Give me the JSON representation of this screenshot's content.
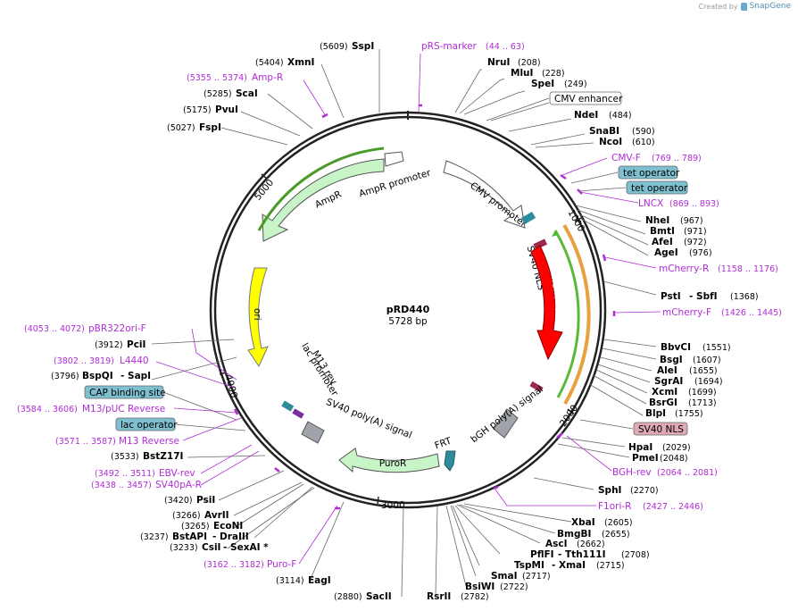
{
  "credit": {
    "created_by": "Created by",
    "brand": "SnapGene"
  },
  "plasmid": {
    "name": "pRD440",
    "size": "5728 bp"
  },
  "ticks": [
    {
      "label": "1000"
    },
    {
      "label": "2000"
    },
    {
      "label": "3000"
    },
    {
      "label": "4000"
    },
    {
      "label": "5000"
    }
  ],
  "enzymes_right": [
    {
      "name": "NruI",
      "pos": "(208)"
    },
    {
      "name": "MluI",
      "pos": "(228)"
    },
    {
      "name": "SpeI",
      "pos": "(249)"
    },
    {
      "name": "NdeI",
      "pos": "(484)"
    },
    {
      "name": "SnaBI",
      "pos": "(590)"
    },
    {
      "name": "NcoI",
      "pos": "(610)"
    },
    {
      "name": "NheI",
      "pos": "(967)"
    },
    {
      "name": "BmtI",
      "pos": "(971)"
    },
    {
      "name": "AfeI",
      "pos": "(972)"
    },
    {
      "name": "AgeI",
      "pos": "(976)"
    },
    {
      "name": "PstI",
      "pos": "- SbfI",
      "pos2": "(1368)"
    },
    {
      "name": "BbvCI",
      "pos": "(1551)"
    },
    {
      "name": "BsgI",
      "pos": "(1607)"
    },
    {
      "name": "AleI",
      "pos": "(1655)"
    },
    {
      "name": "SgrAI",
      "pos": "(1694)"
    },
    {
      "name": "XcmI",
      "pos": "(1699)"
    },
    {
      "name": "BsrGI",
      "pos": "(1713)"
    },
    {
      "name": "BlpI",
      "pos": "(1755)"
    },
    {
      "name": "HpaI",
      "pos": "(2029)"
    },
    {
      "name": "PmeI",
      "pos": "(2048)"
    },
    {
      "name": "SphI",
      "pos": "(2270)"
    },
    {
      "name": "XbaI",
      "pos": "(2605)"
    },
    {
      "name": "BmgBI",
      "pos": "(2655)"
    },
    {
      "name": "AscI",
      "pos": "(2662)"
    },
    {
      "name": "PflFI",
      "pos": "- Tth111I",
      "pos2": "(2708)"
    },
    {
      "name": "TspMI",
      "pos": "- XmaI",
      "pos2": "(2715)"
    },
    {
      "name": "SmaI",
      "pos": "(2717)"
    },
    {
      "name": "BsiWI",
      "pos": "(2722)"
    },
    {
      "name": "RsrII",
      "pos": "(2782)"
    }
  ],
  "enzymes_left": [
    {
      "name": "SspI",
      "pos": "(5609)"
    },
    {
      "name": "XmnI",
      "pos": "(5404)"
    },
    {
      "name": "ScaI",
      "pos": "(5285)"
    },
    {
      "name": "PvuI",
      "pos": "(5175)"
    },
    {
      "name": "FspI",
      "pos": "(5027)"
    },
    {
      "name": "PciI",
      "pos": "(3912)"
    },
    {
      "name": "BspQI",
      "pos": "(3796)",
      "suffix": "- SapI"
    },
    {
      "name": "BstZ17I",
      "pos": "(3533)"
    },
    {
      "name": "PsiI",
      "pos": "(3420)"
    },
    {
      "name": "AvrII",
      "pos": "(3266)"
    },
    {
      "name": "EcoNI",
      "pos": "(3265)"
    },
    {
      "name": "BstAPI",
      "pos": "(3237)",
      "suffix": "- DraIII"
    },
    {
      "name": "CsiI",
      "pos": "(3233)",
      "suffix": "- SexAI *"
    },
    {
      "name": "EagI",
      "pos": "(3114)"
    },
    {
      "name": "SacII",
      "pos": "(2880)"
    }
  ],
  "primers": [
    {
      "name": "pRS-marker",
      "range": "(44 .. 63)"
    },
    {
      "name": "Amp-R",
      "range": "(5355 .. 5374)"
    },
    {
      "name": "CMV-F",
      "range": "(769 .. 789)"
    },
    {
      "name": "LNCX",
      "range": "(869 .. 893)"
    },
    {
      "name": "mCherry-R",
      "range": "(1158 .. 1176)"
    },
    {
      "name": "mCherry-F",
      "range": "(1426 .. 1445)"
    },
    {
      "name": "BGH-rev",
      "range": "(2064 .. 2081)"
    },
    {
      "name": "F1ori-R",
      "range": "(2427 .. 2446)"
    },
    {
      "name": "pBR322ori-F",
      "range": "(4053 .. 4072)"
    },
    {
      "name": "L4440",
      "range": "(3802 .. 3819)"
    },
    {
      "name": "M13/pUC Reverse",
      "range": "(3584 .. 3606)"
    },
    {
      "name": "M13 Reverse",
      "range": "(3571 .. 3587)"
    },
    {
      "name": "EBV-rev",
      "range": "(3492 .. 3511)"
    },
    {
      "name": "SV40pA-R",
      "range": "(3438 .. 3457)"
    },
    {
      "name": "Puro-F",
      "range": "(3162 .. 3182)"
    }
  ],
  "boxed_features": [
    {
      "name": "CMV enhancer",
      "fill": "#ffffff"
    },
    {
      "name": "tet operator",
      "fill": "#7fc0d0"
    },
    {
      "name": "tet operator",
      "fill": "#7fc0d0"
    },
    {
      "name": "SV40 NLS",
      "fill": "#e0a9b6"
    },
    {
      "name": "CAP binding site",
      "fill": "#7fc0d0"
    },
    {
      "name": "lac operator",
      "fill": "#7fc0d0"
    }
  ],
  "features": [
    {
      "name": "AmpR promoter"
    },
    {
      "name": "AmpR"
    },
    {
      "name": "CMV promoter"
    },
    {
      "name": "SV40 NLS"
    },
    {
      "name": "mCherry"
    },
    {
      "name": "ori"
    },
    {
      "name": "bGH poly(A) signal"
    },
    {
      "name": "FRT"
    },
    {
      "name": "PuroR"
    },
    {
      "name": "SV40 poly(A) signal"
    },
    {
      "name": "lac promoter"
    },
    {
      "name": "M13 rev"
    }
  ],
  "colors": {
    "backbone": "#222222",
    "primer": "#b02cd6",
    "ampR": "#c8f5c8",
    "ampR_stroke": "#4b9a2a",
    "ori": "#ffff00",
    "mCherry": "#ff0000",
    "puroR": "#c8f5c8",
    "polyA": "#a0a4aa",
    "frt": "#2f8a9a",
    "orange": "#e8a040",
    "green": "#5ab83a"
  }
}
